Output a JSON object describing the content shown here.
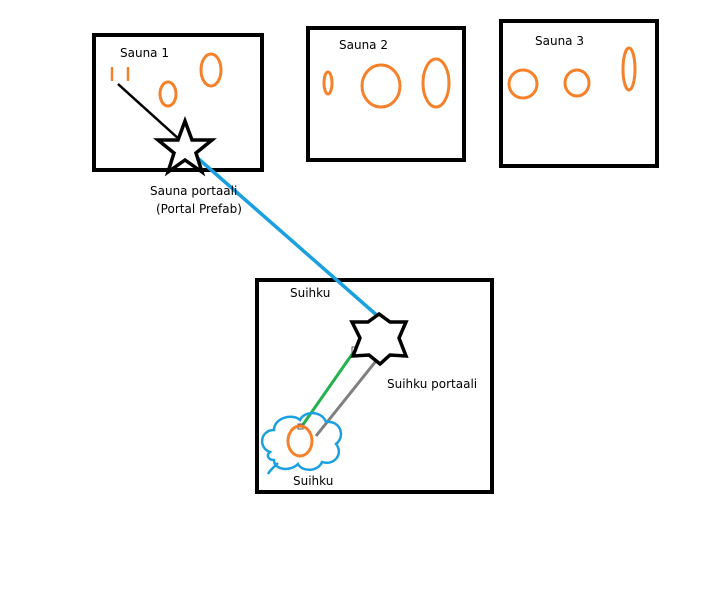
{
  "labels": {
    "sauna1": "Sauna 1",
    "sauna2": "Sauna 2",
    "sauna3": "Sauna 3",
    "sauna_portal_line1": "Sauna portaali",
    "sauna_portal_line2": "(Portal Prefab)",
    "suihku_room": "Suihku",
    "suihku_portal": "Suihku portaali",
    "suihku_object": "Suihku"
  },
  "colors": {
    "box_stroke": "#000000",
    "orange_shape": "#f5822a",
    "blue_link": "#1aa0e0",
    "green_link": "#22b14c",
    "gray_link": "#7f7f7f",
    "cloud": "#1aa0e0",
    "black_line": "#000000"
  },
  "icons": {
    "sauna_portal": "five-point-star-icon",
    "suihku_portal": "six-point-star-icon",
    "suihku_cloud": "cloud-icon"
  }
}
